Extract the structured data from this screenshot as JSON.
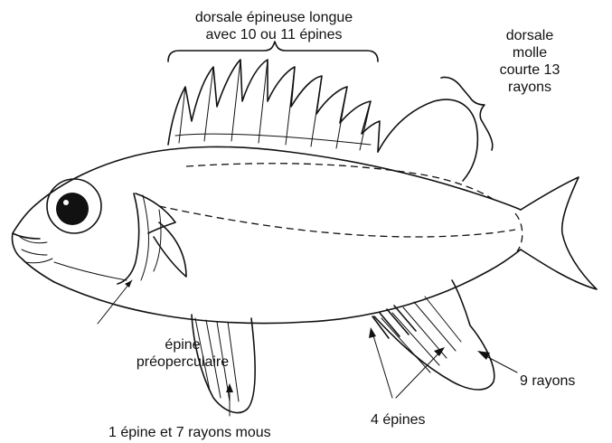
{
  "labels": {
    "dorsal_spiny_line1": "dorsale épineuse longue",
    "dorsal_spiny_line2": "avec 10 ou 11 épines",
    "dorsal_soft_line1": "dorsale",
    "dorsal_soft_line2": "molle",
    "dorsal_soft_line3": "courte 13",
    "dorsal_soft_line4": "rayons",
    "preopercular_line1": "épine",
    "preopercular_line2": "préoperculaire",
    "anal_rays": "9 rayons",
    "anal_spines": "4 épines",
    "pelvic": "1 épine et 7 rayons mous"
  },
  "colors": {
    "ink": "#111111",
    "background": "#ffffff"
  }
}
